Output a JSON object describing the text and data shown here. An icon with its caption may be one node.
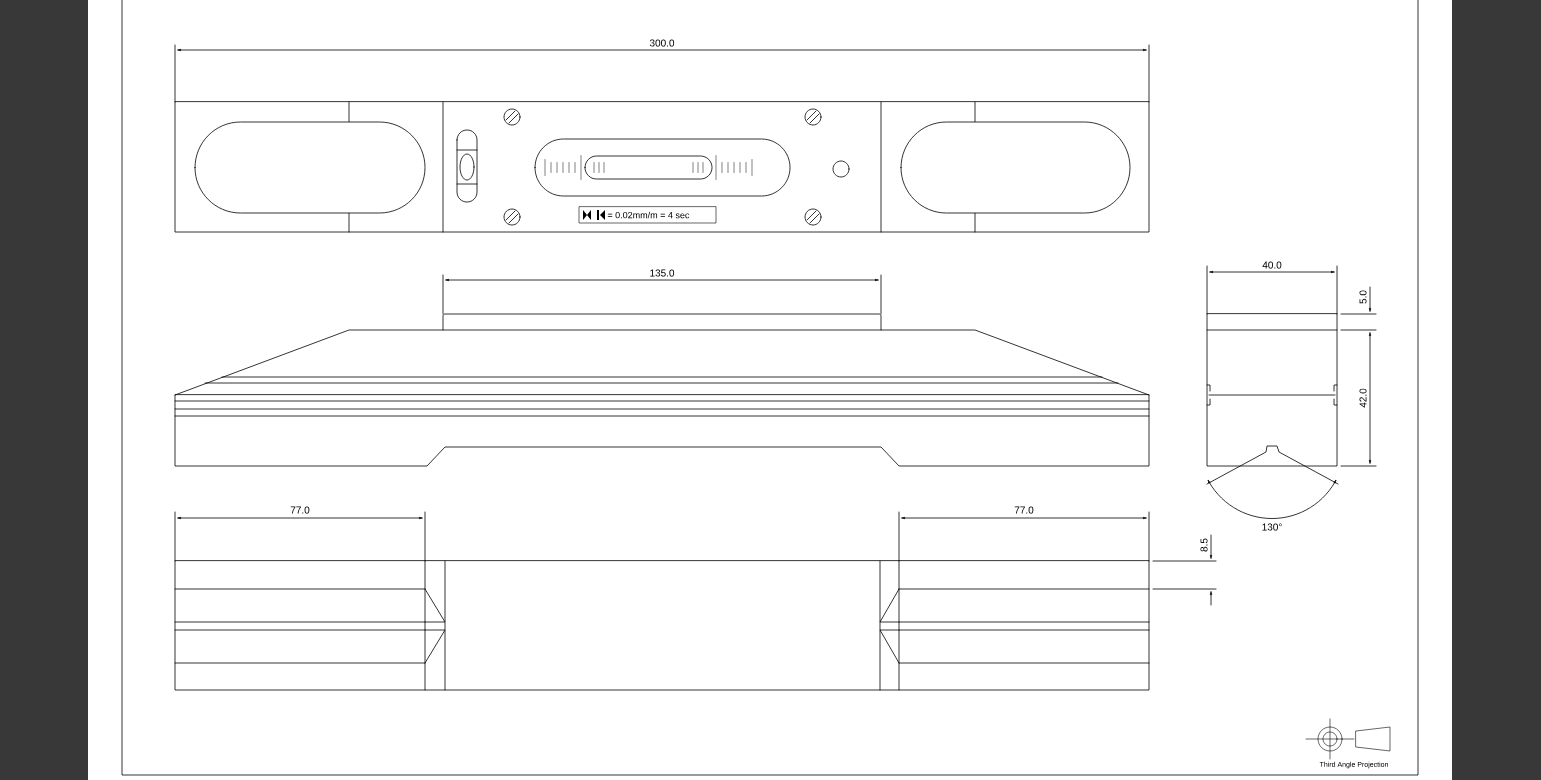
{
  "diagram": {
    "labels": [
      "300.0",
      "= 0.02mm/m = 4 sec",
      "135.0",
      "40.0",
      "5.0",
      "42.0",
      "130°",
      "77.0",
      "77.0",
      "8.5",
      "Third Angle Projection"
    ]
  }
}
